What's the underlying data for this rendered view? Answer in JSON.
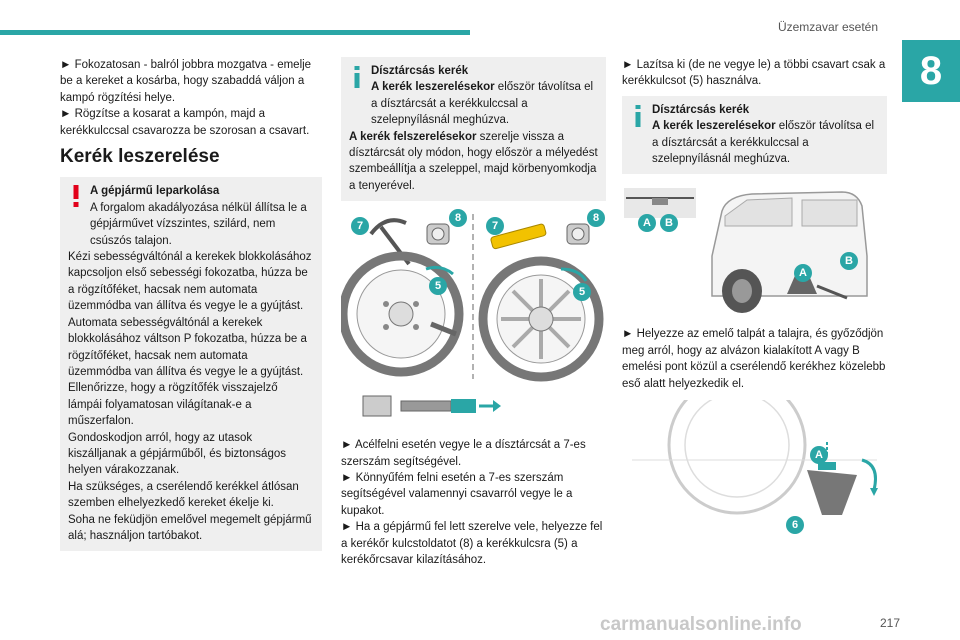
{
  "header": {
    "title": "Üzemzavar esetén",
    "chapter": "8",
    "page_number": "217"
  },
  "col1": {
    "intro_lines": [
      "► Fokozatosan - balról jobbra mozgatva - emelje be a kereket a kosárba, hogy szabaddá váljon a kampó rögzítési helye.",
      "► Rögzítse a kosarat a kampón, majd a kerékkulccsal csavarozza be szorosan a csavart."
    ],
    "section_heading": "Kerék leszerelése",
    "warning_box": {
      "title": "A gépjármű leparkolása",
      "paragraphs": [
        "A forgalom akadályozása nélkül állítsa le a gépjárművet vízszintes, szilárd, nem csúszós talajon.",
        "Kézi sebességváltónál a kerekek blokkolásához kapcsoljon első sebességi fokozatba, húzza be a rögzítőféket, hacsak nem automata üzemmódba van állítva és vegye le a gyújtást.",
        "Automata sebességváltónál a kerekek blokkolásához váltson P fokozatba, húzza be a rögzítőféket, hacsak nem automata üzemmódba van állítva és vegye le a gyújtást.",
        "Ellenőrizze, hogy a rögzítőfék visszajelző lámpái folyamatosan világítanak-e a műszerfalon.",
        "Gondoskodjon arról, hogy az utasok kiszálljanak a gépjárműből, és biztonságos helyen várakozzanak.",
        "Ha szükséges, a cserélendő kerékkel átlósan szemben elhelyezkedő kereket ékelje ki.",
        "Soha ne feküdjön emelővel megemelt gépjármű alá; használjon tartóbakot."
      ]
    }
  },
  "col2": {
    "info_box": {
      "title": "Dísztárcsás kerék",
      "line1_bold": "A kerék leszerelésekor",
      "line1_rest": " először távolítsa el a dísztárcsát a kerékkulccsal a szelepnyílásnál meghúzva.",
      "line2_bold": "A kerék felszerelésekor",
      "line2_rest": " szerelje vissza a dísztárcsát oly módon, hogy először a mélyedést szembeállítja a szeleppel, majd körbenyomkodja a tenyerével."
    },
    "figure_labels": {
      "tool7": "7",
      "lock8": "8",
      "wrench5": "5"
    },
    "steps": [
      "► Acélfelni esetén vegye le a dísztárcsát a 7-es szerszám segítségével.",
      "► Könnyűfém felni esetén a 7-es szerszám segítségével valamennyi csavarról vegye le a kupakot.",
      "► Ha a gépjármű fel lett szerelve vele, helyezze fel a kerékőr kulcstoldatot (8) a kerékkulcsra (5) a kerékőrcsavar kilazításához."
    ]
  },
  "col3": {
    "step1": "► Lazítsa ki (de ne vegye le) a többi csavart csak a kerékkulcsot (5) használva.",
    "info_box": {
      "title": "Dísztárcsás kerék",
      "line1_bold": "A kerék leszerelésekor",
      "line1_rest": " először távolítsa el a dísztárcsát a kerékkulccsal a szelepnyílásnál meghúzva."
    },
    "figure_labels": {
      "a": "A",
      "b": "B",
      "jack6": "6"
    },
    "step2": "► Helyezze az emelő talpát a talajra, és győződjön meg arról, hogy az alvázon kialakított A vagy B emelési pont közül a cserélendő kerékhez közelebb eső alatt helyezkedik el."
  },
  "watermark": "carmanualsonline.info",
  "colors": {
    "accent": "#2aa6a6",
    "warning": "#e2001a",
    "info": "#2aa6a6",
    "box_bg": "#efefef"
  }
}
